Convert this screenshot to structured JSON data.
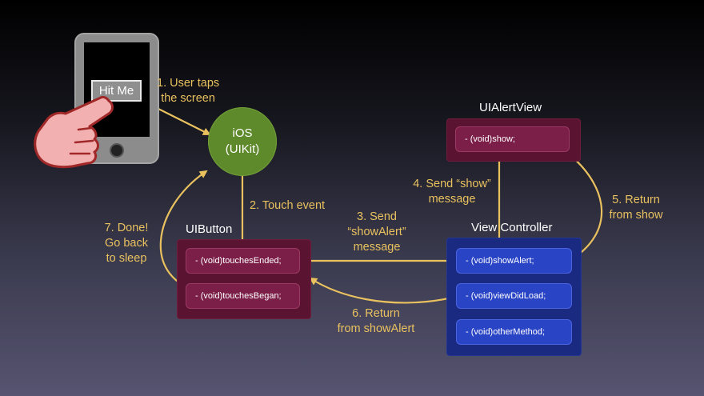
{
  "phone": {
    "button_label": "Hit Me"
  },
  "ios_node": {
    "line1": "iOS",
    "line2": "(UIKit)"
  },
  "uibutton": {
    "title": "UIButton",
    "methods": [
      "- (void)touchesEnded;",
      "- (void)touchesBegan;"
    ]
  },
  "uialertview": {
    "title": "UIAlertView",
    "methods": [
      "- (void)show;"
    ]
  },
  "view_controller": {
    "title": "View Controller",
    "methods": [
      "- (void)showAlert;",
      "- (void)viewDidLoad;",
      "- (void)otherMethod;"
    ]
  },
  "steps": [
    {
      "line1": "1. User taps",
      "line2": "the screen"
    },
    {
      "line1": "2. Touch event"
    },
    {
      "line1": "3. Send",
      "line2": "“showAlert”",
      "line3": "message"
    },
    {
      "line1": "4. Send “show”",
      "line2": "message"
    },
    {
      "line1": "5. Return",
      "line2": "from show"
    },
    {
      "line1": "6. Return",
      "line2": "from showAlert"
    },
    {
      "line1": "7. Done!",
      "line2": "Go back",
      "line3": "to sleep"
    }
  ],
  "colors": {
    "arrow": "#e9c15f",
    "step_label": "#e9c15f",
    "ios_circle": "#5e8a2c",
    "uibutton_panel": "#5a1330",
    "uibutton_method": "#7b1e48",
    "alertview_panel": "#5a1330",
    "viewcontroller_panel": "#1a2a80",
    "viewcontroller_method": "#2a44c6",
    "hand": "#f2b0b0"
  }
}
